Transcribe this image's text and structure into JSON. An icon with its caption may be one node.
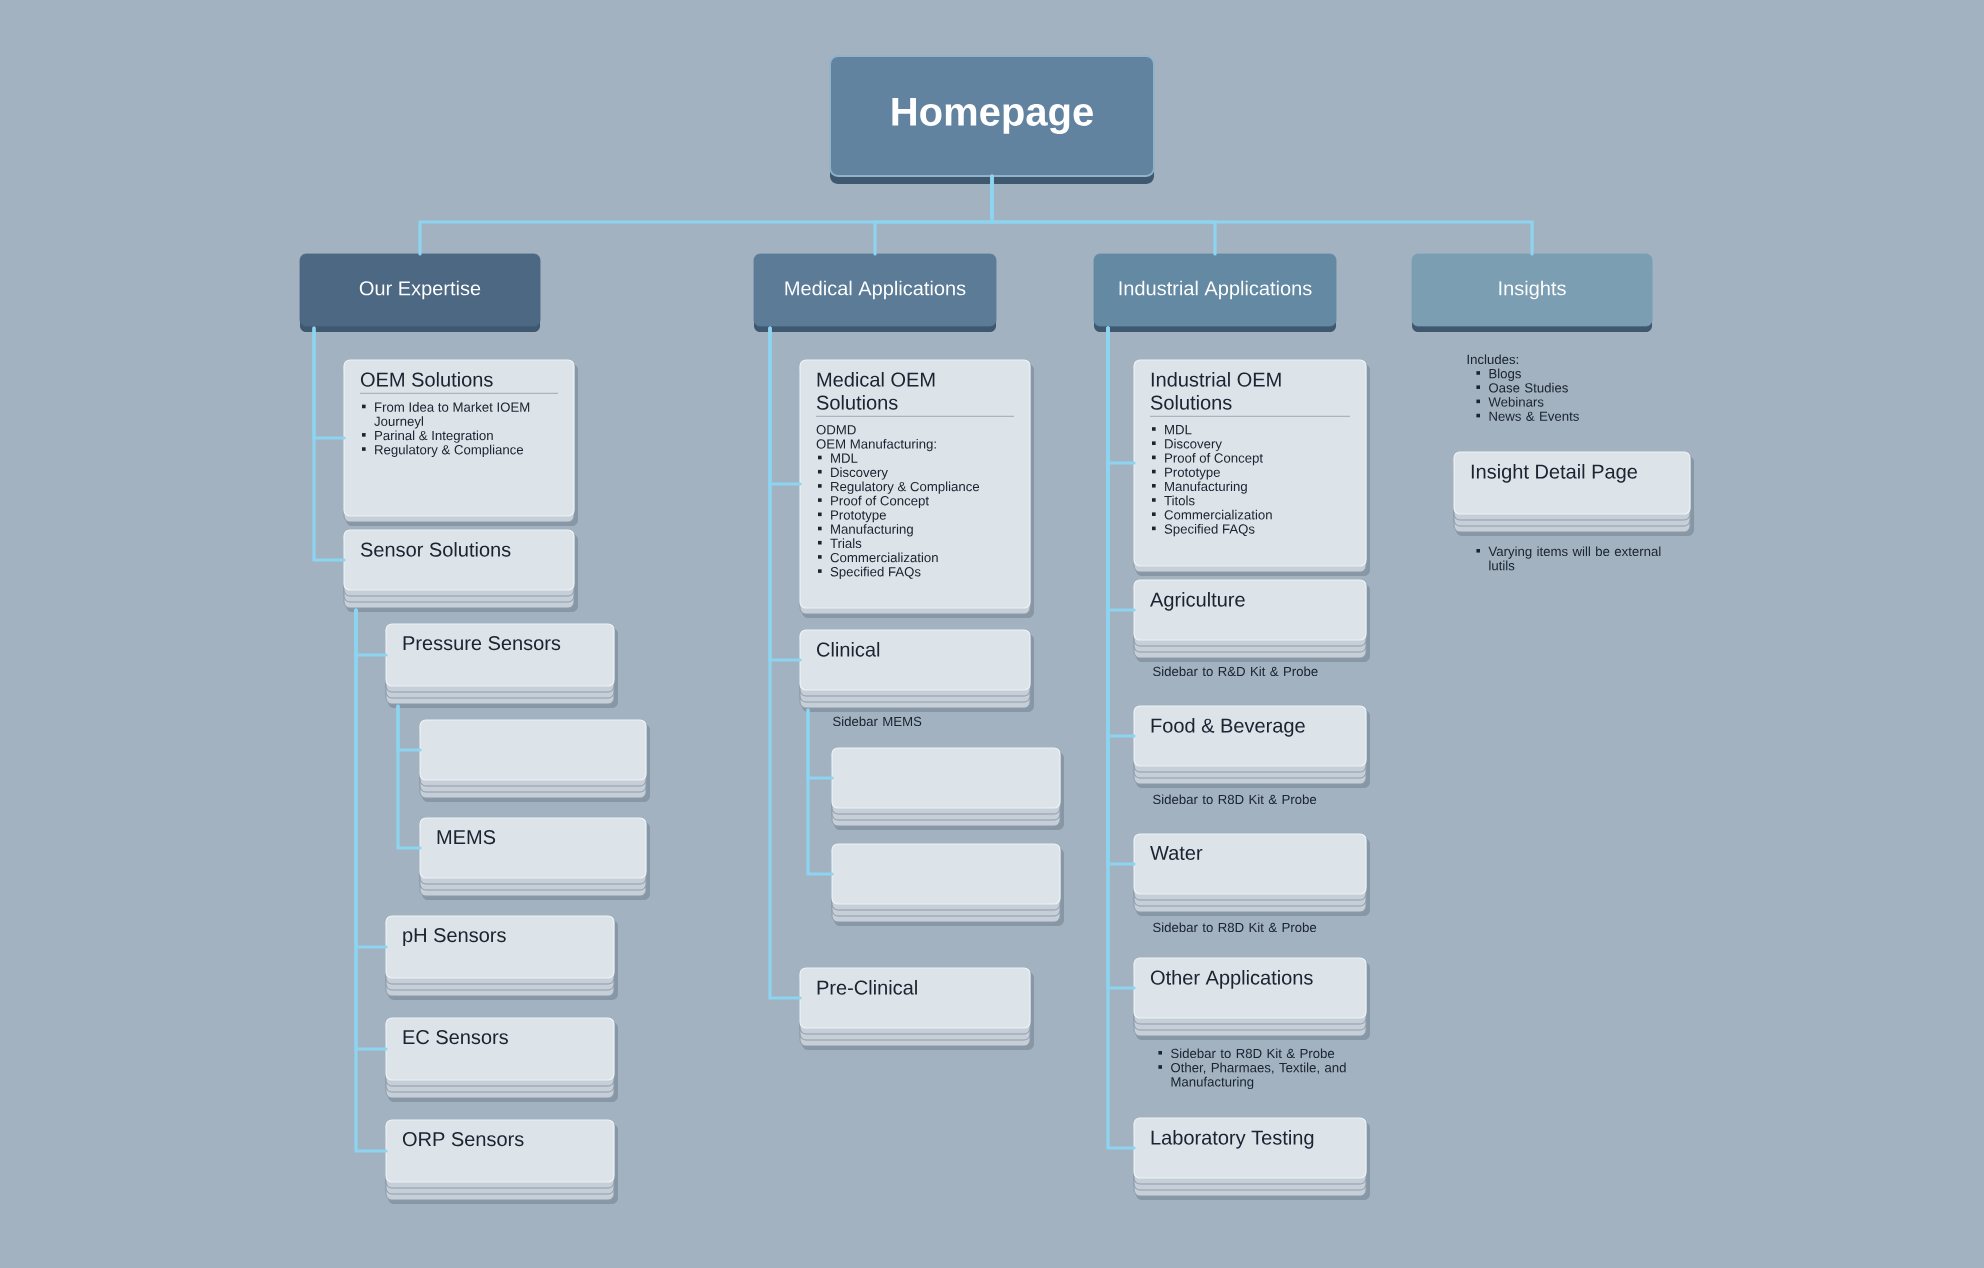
{
  "diagram": {
    "nodes": [
      {
        "text": [
          "Homepage"
        ]
      },
      {
        "text": [
          "Our Expertise"
        ]
      },
      {
        "text": [
          "Medical Applications"
        ]
      },
      {
        "text": [
          "Industrial Applications"
        ]
      },
      {
        "text": [
          "Insights"
        ],
        "beside": [
          "Includes:",
          "Blogs",
          "Oase Studies",
          "Webinars",
          "News & Events"
        ]
      },
      {
        "text": [
          "OEM Solutions",
          "From Idea to Market IOEM Journeyl",
          "Parinal & Integration",
          "Regulatory & Compliance"
        ]
      },
      {
        "text": [
          "Sensor Solutions"
        ]
      },
      {
        "text": [
          "Pressure Sensors"
        ]
      },
      {
        "text": [],
        "shape": "box"
      },
      {
        "text": [
          "MEMS"
        ]
      },
      {
        "text": [
          "pH Sensors"
        ]
      },
      {
        "text": [
          "EC Sensors"
        ]
      },
      {
        "text": [
          "ORP Sensors"
        ]
      },
      {
        "text": [
          "Medical OEM Solutions",
          "ODMD",
          "OEM Manufacturing:",
          "MDL",
          "Discovery",
          "Regulatory & Compliance",
          "Proof of Concept",
          "Prototype",
          "Manufacturing",
          "Trials",
          "Commercialization",
          "Specified FAQs"
        ]
      },
      {
        "text": [
          "Clinical"
        ],
        "beside": [
          "Sidebar MEMS"
        ]
      },
      {
        "text": [],
        "shape": "box"
      },
      {
        "text": [],
        "shape": "box"
      },
      {
        "text": [
          "Pre-Clinical"
        ]
      },
      {
        "text": [
          "Industrial OEM Solutions",
          "MDL",
          "Discovery",
          "Proof of Concept",
          "Prototype",
          "Manufacturing",
          "Titols",
          "Commercialization",
          "Specified FAQs"
        ]
      },
      {
        "text": [
          "Agriculture"
        ],
        "beside": [
          "Sidebar to R&D Kit & Probe"
        ]
      },
      {
        "text": [
          "Food & Beverage"
        ],
        "beside": [
          "Sidebar to R8D Kit & Probe"
        ]
      },
      {
        "text": [
          "Water"
        ],
        "beside": [
          "Sidebar to R8D Kit & Probe"
        ]
      },
      {
        "text": [
          "Other Applications"
        ],
        "beside": [
          "Sidebar to R8D Kit & Probe",
          "Other, Pharmaes, Textile, and Manufacturing"
        ]
      },
      {
        "text": [
          "Laboratory Testing"
        ]
      },
      {
        "text": [
          "Insight Detail Page"
        ],
        "beside": [
          "Varying items will be external lutils"
        ]
      }
    ],
    "edges": [
      {
        "from": 0,
        "to": 1,
        "arrow": "none"
      },
      {
        "from": 0,
        "to": 2,
        "arrow": "none"
      },
      {
        "from": 0,
        "to": 3,
        "arrow": "none"
      },
      {
        "from": 0,
        "to": 4,
        "arrow": "none"
      },
      {
        "from": 1,
        "to": 5,
        "arrow": "none"
      },
      {
        "from": 1,
        "to": 6,
        "arrow": "none"
      },
      {
        "from": 6,
        "to": 7,
        "arrow": "none"
      },
      {
        "from": 7,
        "to": 8,
        "arrow": "none"
      },
      {
        "from": 7,
        "to": 9,
        "arrow": "none"
      },
      {
        "from": 6,
        "to": 10,
        "arrow": "none"
      },
      {
        "from": 6,
        "to": 11,
        "arrow": "none"
      },
      {
        "from": 6,
        "to": 12,
        "arrow": "none"
      },
      {
        "from": 2,
        "to": 13,
        "arrow": "none"
      },
      {
        "from": 2,
        "to": 14,
        "arrow": "none"
      },
      {
        "from": 14,
        "to": 15,
        "arrow": "none"
      },
      {
        "from": 14,
        "to": 16,
        "arrow": "none"
      },
      {
        "from": 2,
        "to": 17,
        "arrow": "none"
      },
      {
        "from": 3,
        "to": 18,
        "arrow": "none"
      },
      {
        "from": 3,
        "to": 19,
        "arrow": "none"
      },
      {
        "from": 3,
        "to": 20,
        "arrow": "none"
      },
      {
        "from": 3,
        "to": 21,
        "arrow": "none"
      },
      {
        "from": 3,
        "to": 22,
        "arrow": "none"
      },
      {
        "from": 3,
        "to": 23,
        "arrow": "none"
      }
    ]
  }
}
